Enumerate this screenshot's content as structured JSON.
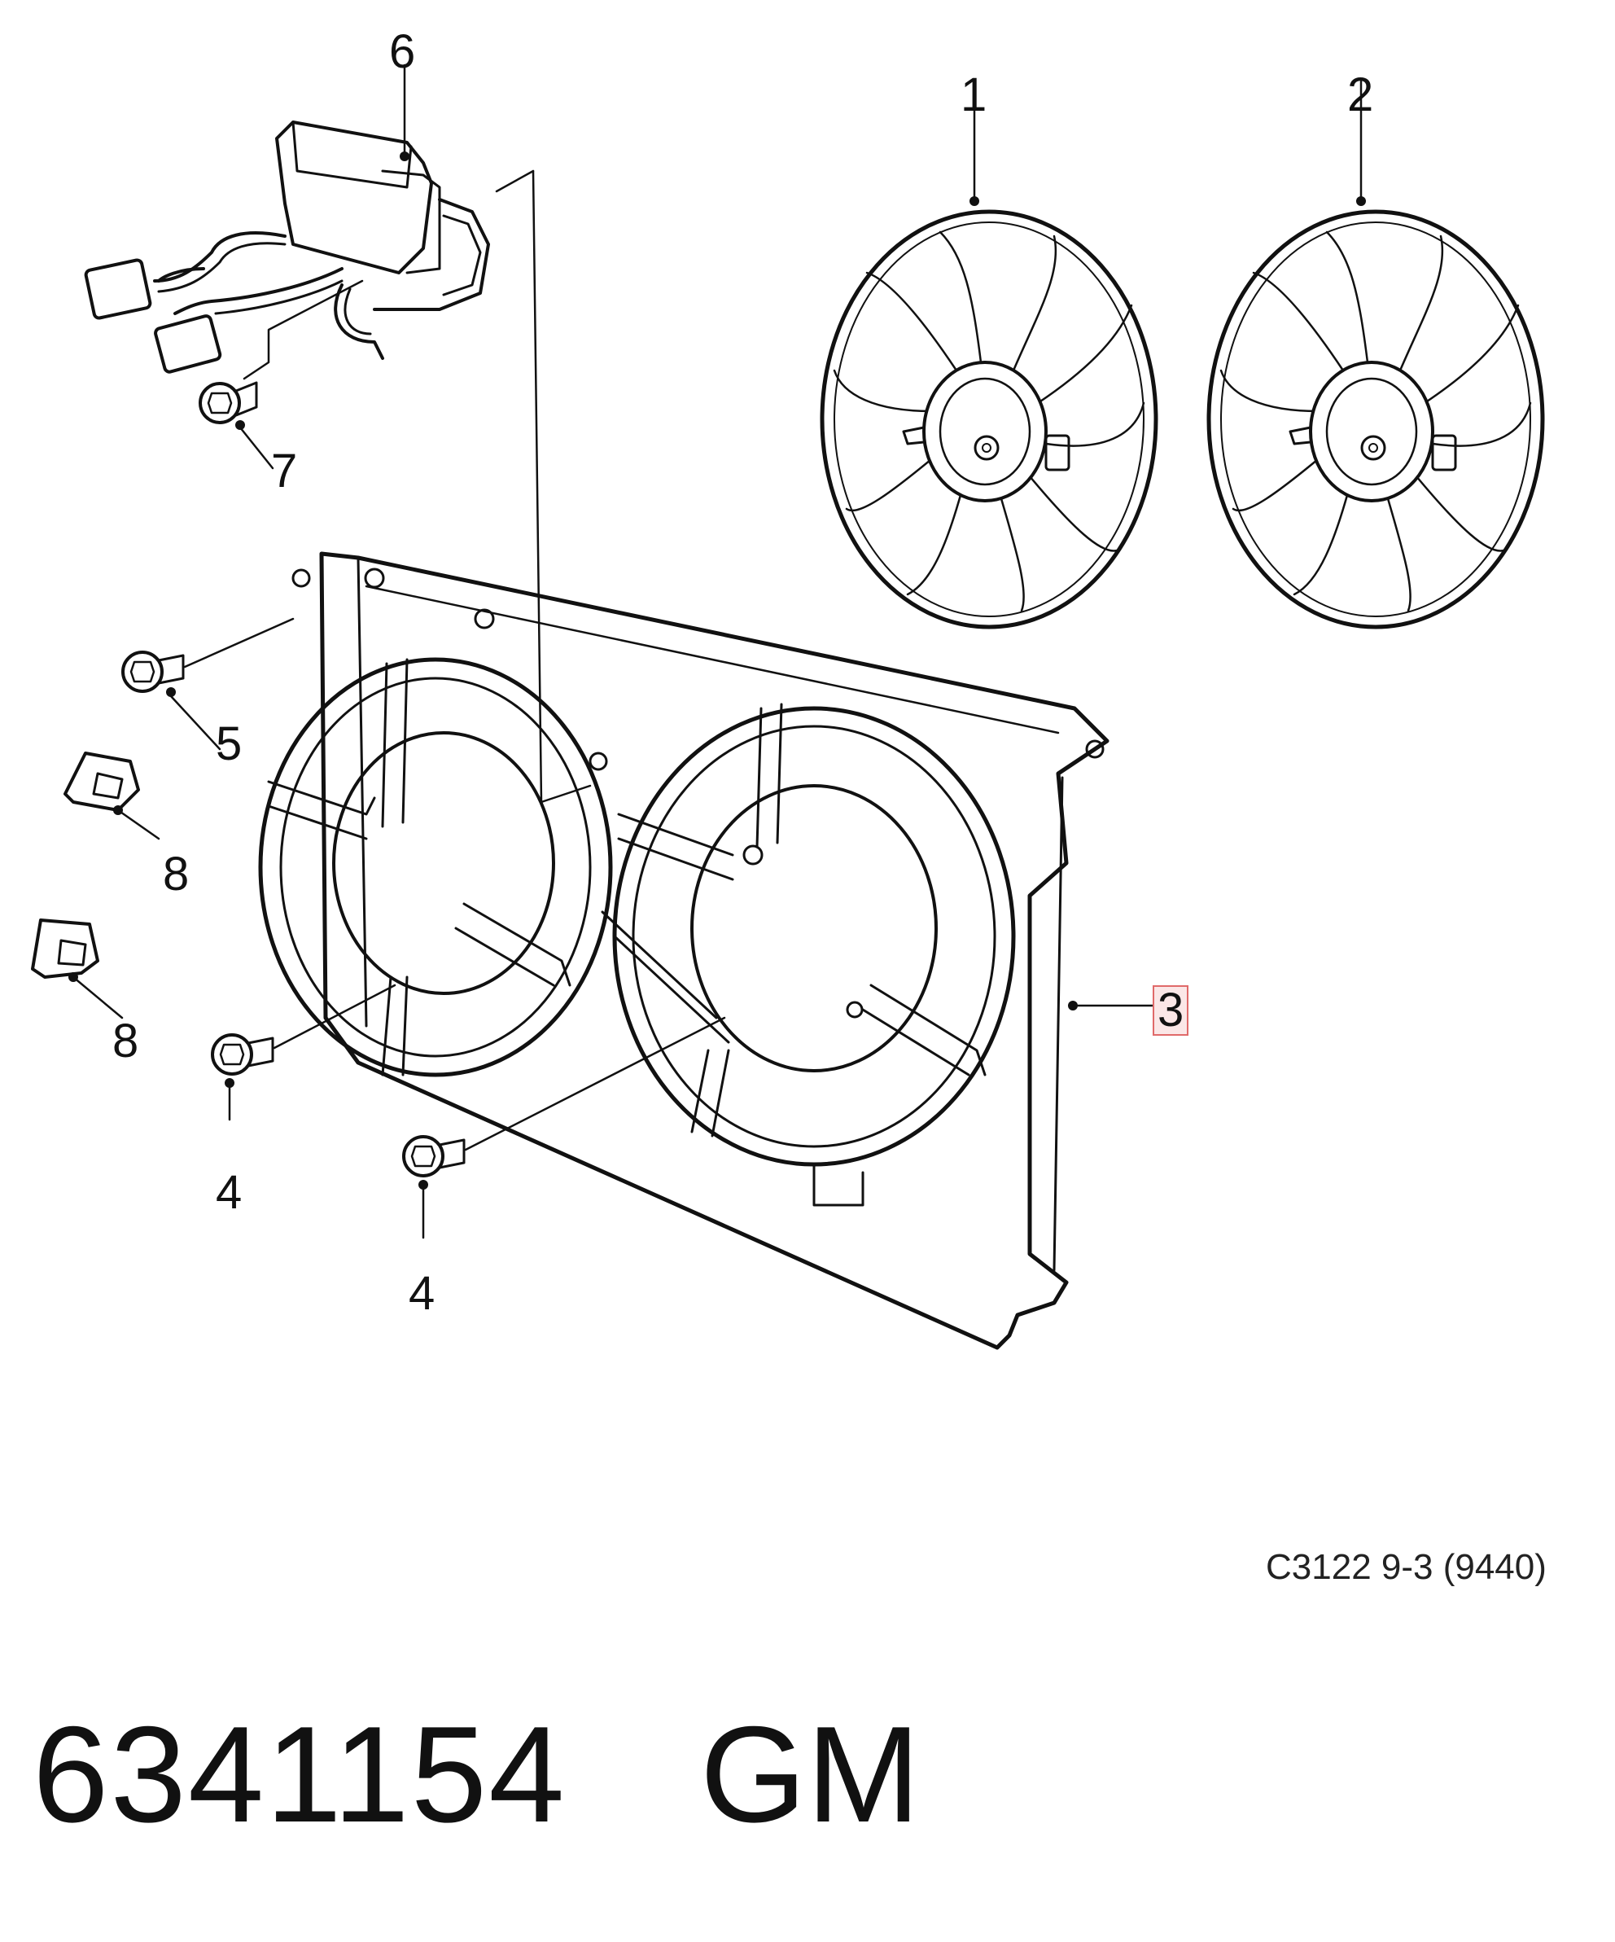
{
  "diagram": {
    "callouts": [
      {
        "id": "1",
        "label": "1"
      },
      {
        "id": "2",
        "label": "2"
      },
      {
        "id": "3",
        "label": "3",
        "highlighted": true
      },
      {
        "id": "4a",
        "label": "4"
      },
      {
        "id": "4b",
        "label": "4"
      },
      {
        "id": "5",
        "label": "5"
      },
      {
        "id": "6",
        "label": "6"
      },
      {
        "id": "7",
        "label": "7"
      },
      {
        "id": "8a",
        "label": "8"
      },
      {
        "id": "8b",
        "label": "8"
      }
    ],
    "drawing_code": "C3122 9-3 (9440)",
    "highlight_color": "#e06a6a"
  },
  "footer": {
    "part_number": "6341154",
    "brand": "GM"
  }
}
